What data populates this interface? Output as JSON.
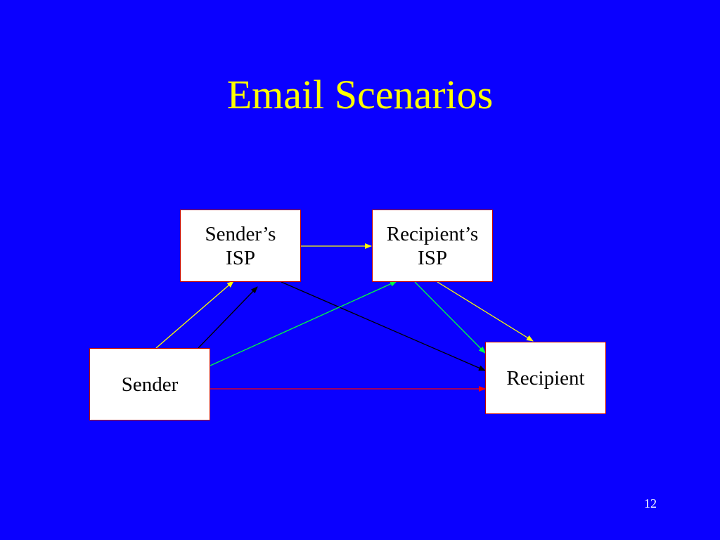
{
  "slide": {
    "title": "Email Scenarios",
    "page_number": "12"
  },
  "nodes": {
    "senders_isp": "Sender’s\nISP",
    "recipients_isp": "Recipient’s\nISP",
    "sender": "Sender",
    "recipient": "Recipient"
  },
  "edges": [
    {
      "from": "Sender",
      "to": "Sender’s ISP",
      "color": "#ffff00"
    },
    {
      "from": "Sender’s ISP",
      "to": "Recipient’s ISP",
      "color": "#ffff00"
    },
    {
      "from": "Recipient’s ISP",
      "to": "Recipient",
      "color": "#ffff00"
    },
    {
      "from": "Sender",
      "to": "Sender’s ISP",
      "color": "#000000"
    },
    {
      "from": "Sender’s ISP",
      "to": "Recipient",
      "color": "#000000"
    },
    {
      "from": "Sender",
      "to": "Recipient’s ISP",
      "color": "#00ff40"
    },
    {
      "from": "Recipient’s ISP",
      "to": "Recipient",
      "color": "#00ff40"
    },
    {
      "from": "Sender",
      "to": "Recipient",
      "color": "#ff0000"
    }
  ],
  "colors": {
    "background": "#0a00ff",
    "title": "#ffff00",
    "box_fill": "#ffffff",
    "box_border": "#c00000",
    "page_number": "#ffffff"
  }
}
